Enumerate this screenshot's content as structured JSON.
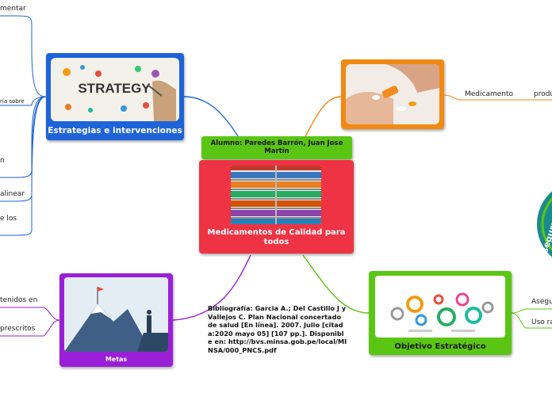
{
  "central": {
    "author": "Alumno: Paredes Barrón, Juan Jose Martin",
    "title": "Medicamentos de Calidad para todos"
  },
  "strategies": {
    "title": "Estrategias e intervenciones",
    "image_text": "STRATEGY",
    "leaves": [
      "mentar",
      "ría sobre",
      "n",
      "alinear",
      "e los"
    ]
  },
  "medicine": {
    "leaves": [
      "Medicamento",
      "produ"
    ]
  },
  "objective": {
    "title": "Objetivo Estratégico",
    "leaves": [
      "Asegu",
      "Uso ra"
    ]
  },
  "goals": {
    "title": "Metas",
    "leaves": [
      "tenidos en",
      "prescritos"
    ]
  },
  "bibliography": {
    "text": "Bibliografía: Garcia A.; Del Castillo J y Vallejos C. Plan Nacional concertado de salud [En línea]. 2007. Julio [citada:2020 mayo 05] [107 pp.]. Disponible en: http://bvs.minsa.gob.pe/local/MINSA/000_PNCS.pdf"
  },
  "edge_label": {
    "text": "Asegurami"
  },
  "colors": {
    "blue": "#1e63d8",
    "orange": "#f08a12",
    "green": "#5bc514",
    "purple": "#9a1fd6",
    "red": "#ee3344",
    "teal": "#1b8a8a"
  }
}
